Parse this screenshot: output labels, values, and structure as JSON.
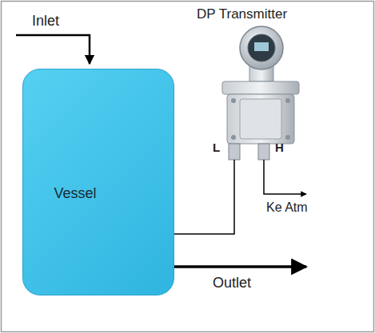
{
  "diagram": {
    "nodes": [
      {
        "text": [
          "Vessel"
        ]
      },
      {
        "text": [
          "DP Transmitter"
        ]
      }
    ],
    "edges": [
      {
        "from": 0,
        "to": 1,
        "arrow": "none"
      }
    ],
    "labels": [
      "Inlet",
      "L",
      "H",
      "Ke Atm",
      "Outlet"
    ]
  }
}
